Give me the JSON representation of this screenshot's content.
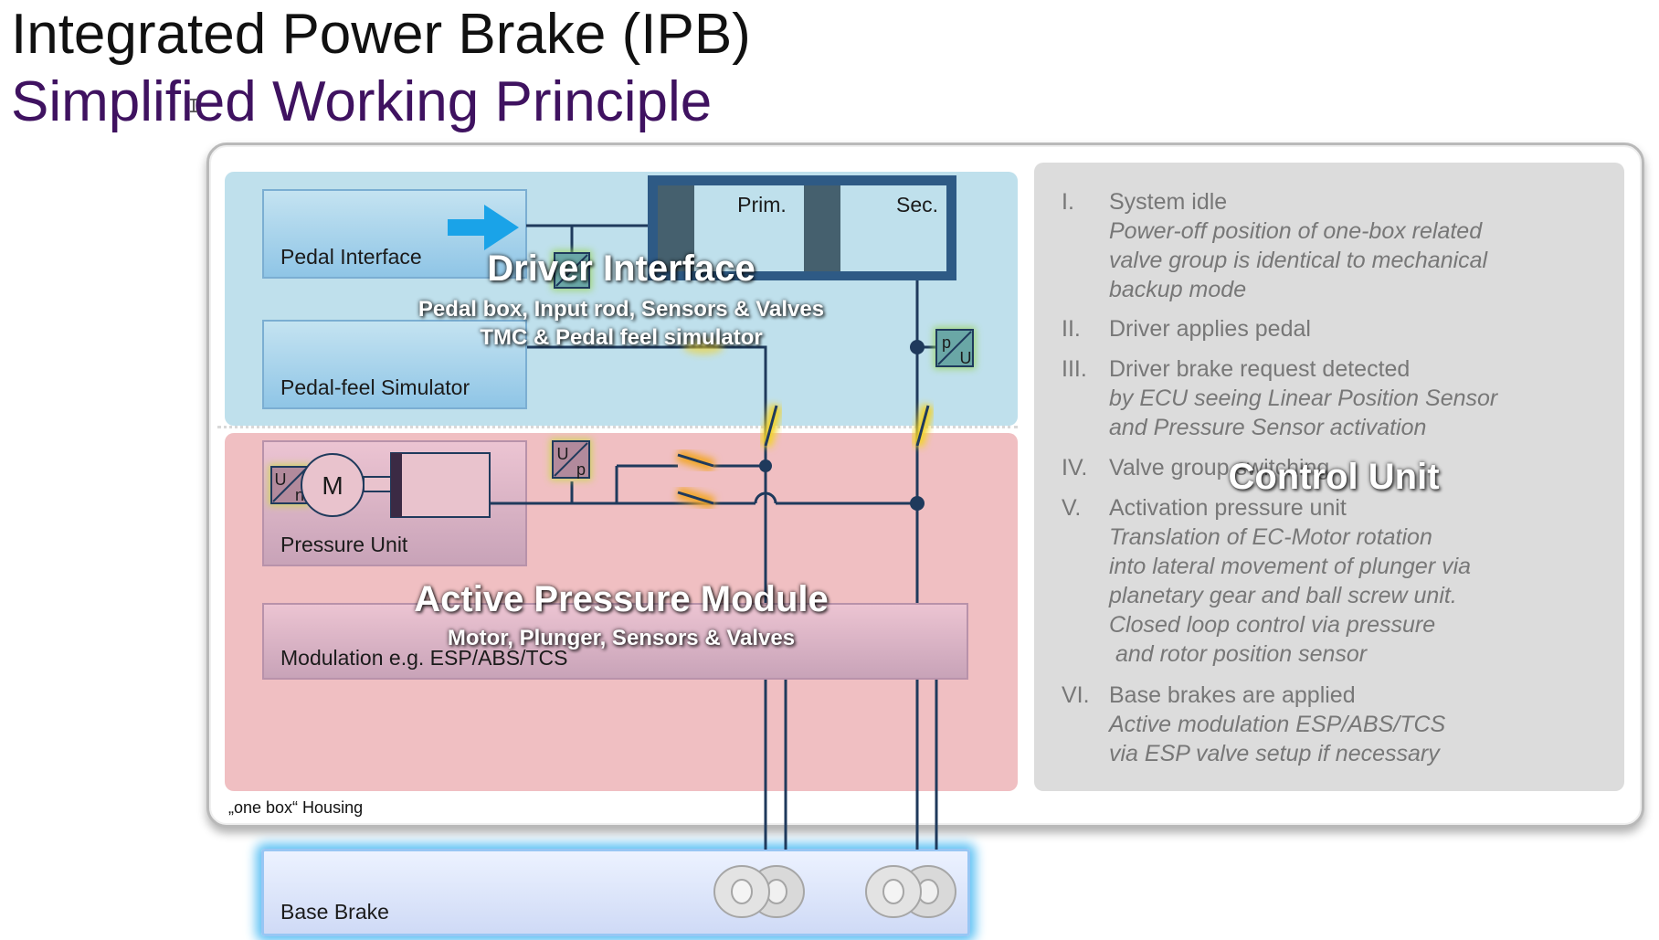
{
  "title": "Integrated Power Brake (IPB)",
  "subtitle": "Simplified Working Principle",
  "text_cursor": "I",
  "zones": {
    "driver_interface": {
      "title": "Driver Interface",
      "sub1": "Pedal box, Input rod, Sensors & Valves",
      "sub2": "TMC & Pedal feel simulator"
    },
    "active_pressure_module": {
      "title": "Active Pressure Module",
      "sub": "Motor, Plunger, Sensors & Valves"
    },
    "control_unit": {
      "title": "Control Unit"
    }
  },
  "components": {
    "pedal_interface": "Pedal Interface",
    "pedal_feel_simulator": "Pedal-feel Simulator",
    "pressure_unit": "Pressure Unit",
    "modulation": "Modulation e.g. ESP/ABS/TCS",
    "base_brake": "Base Brake",
    "housing": "„one box“ Housing",
    "tmc_prim": "Prim.",
    "tmc_sec": "Sec.",
    "motor": "M",
    "sensor_pu": {
      "top": "p",
      "bottom": "U"
    },
    "sensor_up": {
      "top": "U",
      "bottom": "p"
    },
    "sensor_un": {
      "top": "U",
      "bottom": "n"
    }
  },
  "steps": [
    {
      "num": "I.",
      "head": "System idle",
      "detail": "Power-off position of one-box related\nvalve group is identical to mechanical\nbackup mode"
    },
    {
      "num": "II.",
      "head": "Driver applies pedal",
      "detail": ""
    },
    {
      "num": "III.",
      "head": "Driver brake request detected",
      "detail": "by ECU seeing Linear Position Sensor\nand Pressure Sensor activation"
    },
    {
      "num": "IV.",
      "head": "Valve group switching",
      "detail": ""
    },
    {
      "num": "V.",
      "head": "Activation pressure unit",
      "detail": "Translation of EC-Motor rotation\ninto lateral movement of plunger via\nplanetary gear and ball screw unit.\nClosed loop control via pressure\n and rotor position sensor"
    },
    {
      "num": "VI.",
      "head": "Base brakes are applied",
      "detail": "Active modulation ESP/ABS/TCS\nvia ESP valve setup if necessary"
    }
  ],
  "colors": {
    "driver_zone": "#bfe0ec",
    "pressure_zone": "#f0bfc2",
    "control_zone": "#dcdcdc",
    "line": "#1f3a5c",
    "highlight": "#f2d32b",
    "arrow": "#1aa3e8",
    "subtitle": "#3f1260"
  }
}
